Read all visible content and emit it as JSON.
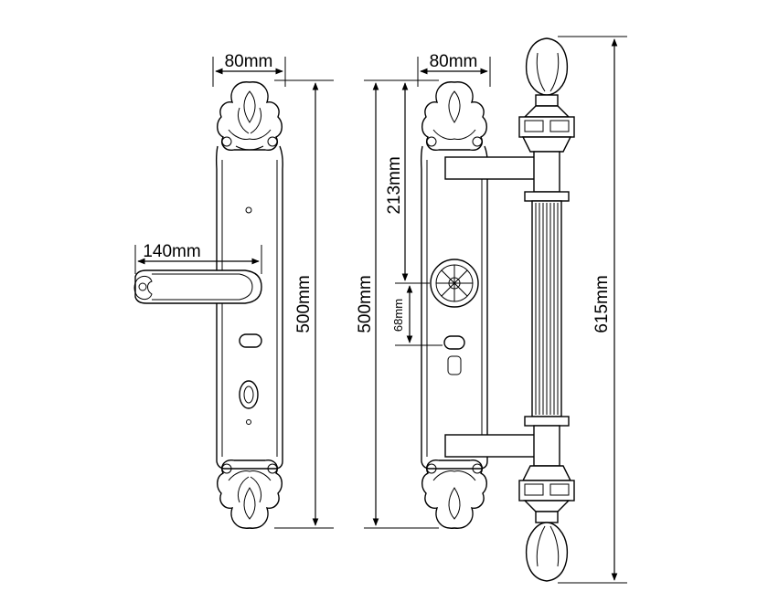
{
  "drawing": {
    "left_view": {
      "plate_width": "80mm",
      "handle_length": "140mm",
      "plate_height": "500mm"
    },
    "right_view": {
      "plate_width": "80mm",
      "plate_height": "500mm",
      "pull_to_center": "213mm",
      "center_to_key": "68mm",
      "pull_height": "615mm"
    }
  }
}
